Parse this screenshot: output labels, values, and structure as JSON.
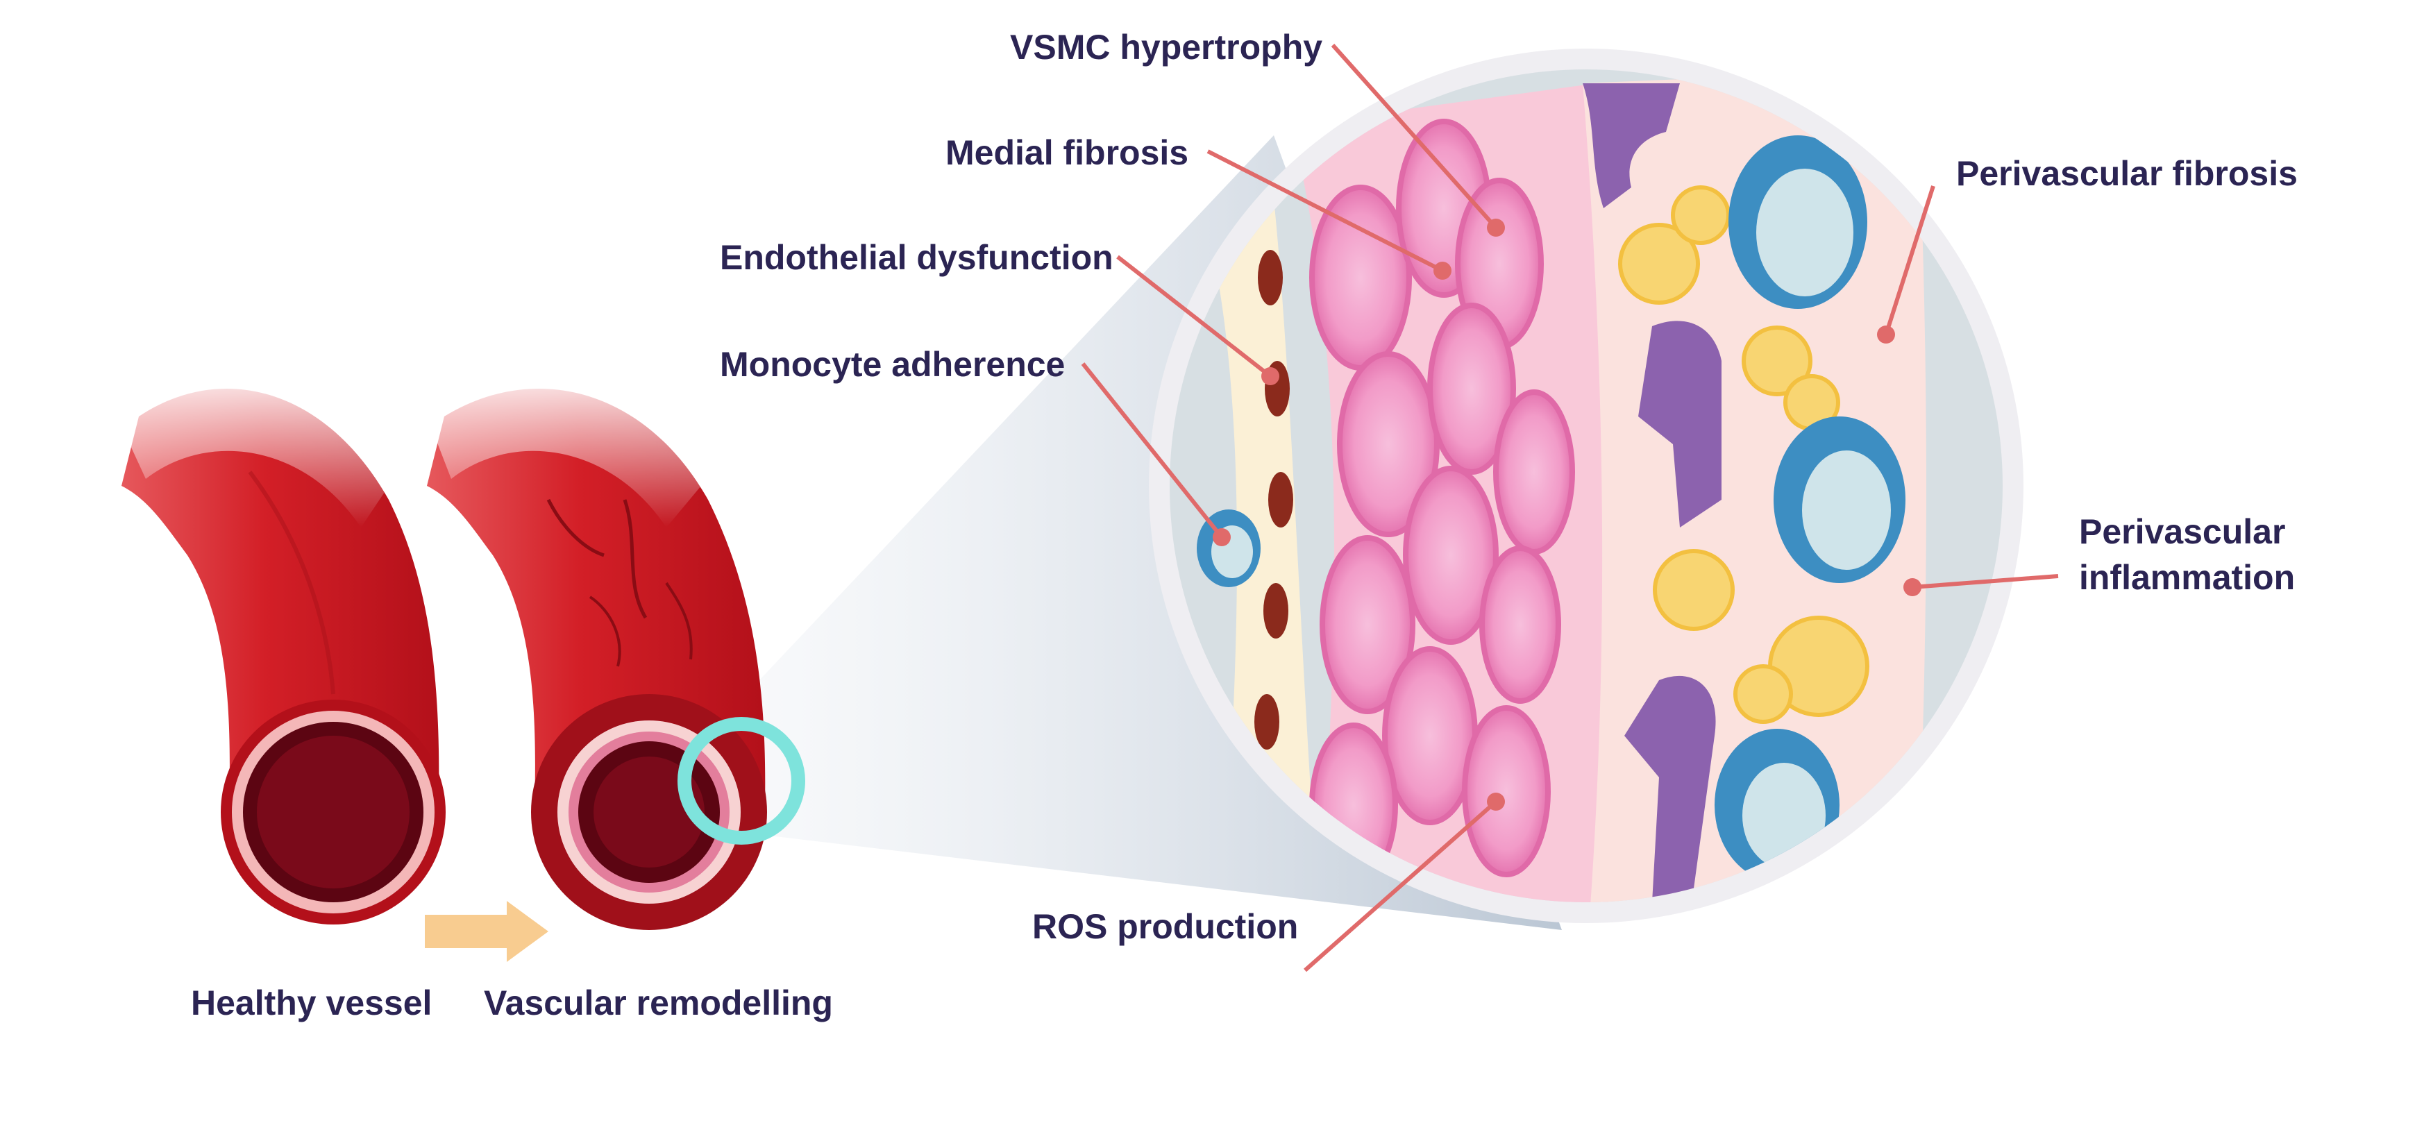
{
  "labels": {
    "vsmc_hypertrophy": "VSMC hypertrophy",
    "medial_fibrosis": "Medial fibrosis",
    "endothelial_dysfunction": "Endothelial dysfunction",
    "monocyte_adherence": "Monocyte adherence",
    "perivascular_fibrosis": "Perivascular fibrosis",
    "perivascular_inflammation": "Perivascular inflammation",
    "ros_production": "ROS production",
    "healthy_vessel": "Healthy vessel",
    "vascular_remodelling": "Vascular remodelling"
  },
  "colors": {
    "label_text": "#2b2453",
    "leader_line": "#e06a6a",
    "vessel_red": "#c8141c",
    "lumen": "#7a0a1a",
    "intima_pink": "#f4b7b8",
    "smooth_muscle_cell": "#f4a6cf",
    "endothelium": "#fbf0d6",
    "adipocyte": "#f8d572",
    "macrophage": "#3d8ec2",
    "fibroblast": "#8c62ae",
    "highlight_ring": "#7ee3dc",
    "arrow": "#f8cc90"
  }
}
